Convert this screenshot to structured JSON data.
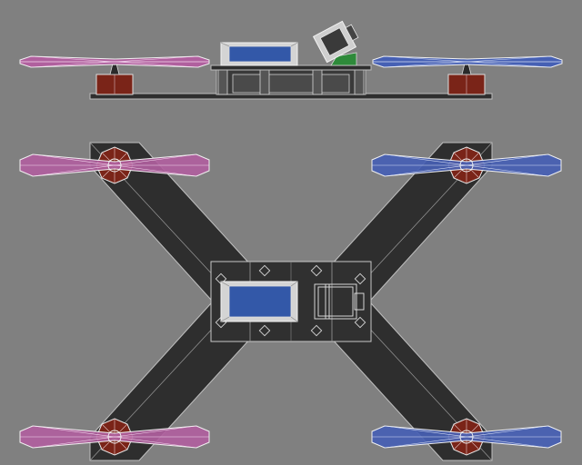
{
  "colors": {
    "background": "#808080",
    "frame": "#2e2e2e",
    "frame_edge": "#9a9a9a",
    "wire": "#e8e8e8",
    "battery": "#3358a8",
    "motor": "#7a2418",
    "prop_left": "#b0609e",
    "prop_right": "#4660b4",
    "camera": "#3a3a3a",
    "vtx_antenna": "#2e8a3a"
  },
  "views": {
    "side": {
      "name": "side-view",
      "props": [
        {
          "name": "side-prop-left",
          "side": "left",
          "color_key": "prop_left"
        },
        {
          "name": "side-prop-right",
          "side": "right",
          "color_key": "prop_right"
        }
      ]
    },
    "top": {
      "name": "top-view",
      "props": [
        {
          "name": "top-prop-front-left",
          "side": "left",
          "color_key": "prop_left"
        },
        {
          "name": "top-prop-front-right",
          "side": "right",
          "color_key": "prop_right"
        },
        {
          "name": "top-prop-rear-left",
          "side": "left",
          "color_key": "prop_left"
        },
        {
          "name": "top-prop-rear-right",
          "side": "right",
          "color_key": "prop_right"
        }
      ]
    }
  }
}
